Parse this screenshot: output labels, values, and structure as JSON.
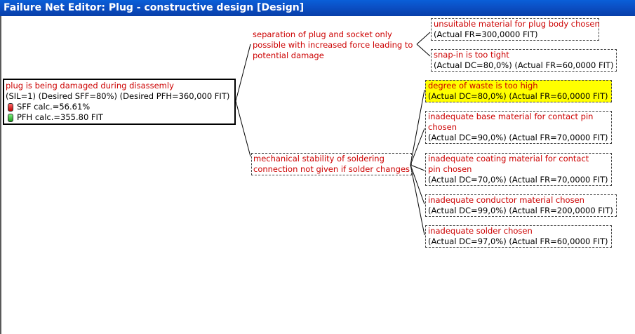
{
  "window": {
    "title": "Failure Net Editor: Plug - constructive design [Design]"
  },
  "root": {
    "title": "plug is being damaged during disassemly",
    "details": "(SIL=1) (Desired SFF=80%) (Desired PFH=360,000 FIT)",
    "indicators": [
      {
        "label": "SFF calc.=56.61%",
        "status": "red"
      },
      {
        "label": "PFH calc.=355.80 FIT",
        "status": "green"
      }
    ]
  },
  "causes": [
    {
      "line1": "separation of plug and socket only",
      "line2": "possible with increased force leading to",
      "line3": "potential damage"
    },
    {
      "line1": "mechanical stability of soldering",
      "line2": "connection not given if solder changes"
    }
  ],
  "subcauses": [
    {
      "line1": "unsuitable material for plug body chosen",
      "values": "(Actual FR=300,0000 FIT)"
    },
    {
      "line1": "snap-in is too tight",
      "values": "(Actual DC=80,0%) (Actual FR=60,0000 FIT)"
    },
    {
      "line1": "degree of waste is too high",
      "values": "(Actual DC=80,0%) (Actual FR=60,0000 FIT)"
    },
    {
      "line1": "inadequate base material for contact pin",
      "line2": "chosen",
      "values": "(Actual DC=90,0%) (Actual FR=70,0000 FIT)"
    },
    {
      "line1": "inadequate coating material for contact",
      "line2": "pin chosen",
      "values": "(Actual DC=70,0%) (Actual FR=70,0000 FIT)"
    },
    {
      "line1": "inadequate conductor material chosen",
      "values": "(Actual DC=99,0%) (Actual FR=200,0000 FIT)"
    },
    {
      "line1": "inadequate solder chosen",
      "values": "(Actual DC=97,0%) (Actual FR=60,0000 FIT)"
    }
  ],
  "colors": {
    "titlebar": "#0b4fc4",
    "cause_text": "#cc0000",
    "highlight": "#ffff00"
  }
}
